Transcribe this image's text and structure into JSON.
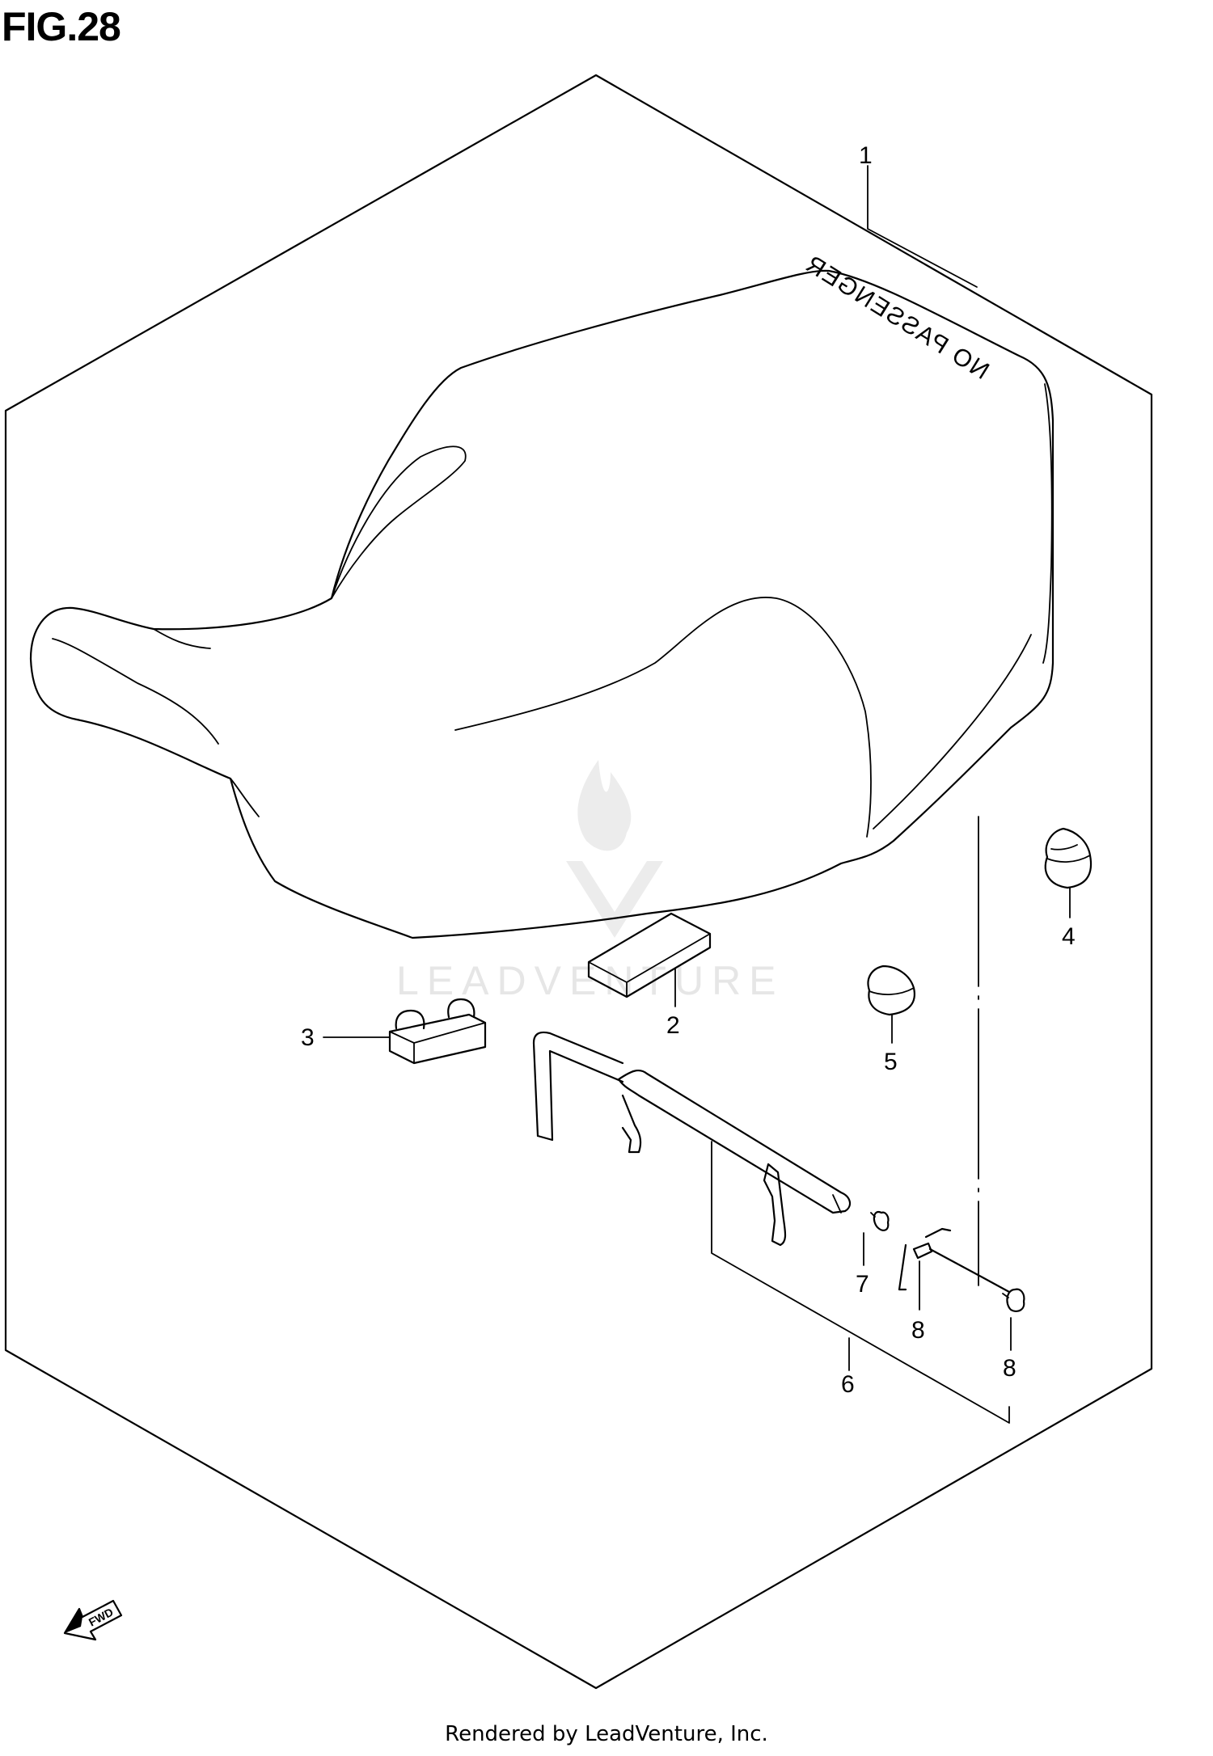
{
  "figure": {
    "title": "FIG.28"
  },
  "seat_marking": "NO PASSENGER",
  "fwd_label": "FWD",
  "watermark": "LEADVENTURE",
  "callouts": [
    {
      "id": "1",
      "label": "1"
    },
    {
      "id": "2",
      "label": "2"
    },
    {
      "id": "3",
      "label": "3"
    },
    {
      "id": "4",
      "label": "4"
    },
    {
      "id": "5",
      "label": "5"
    },
    {
      "id": "6",
      "label": "6"
    },
    {
      "id": "7",
      "label": "7"
    },
    {
      "id": "8a",
      "label": "8"
    },
    {
      "id": "8b",
      "label": "8"
    }
  ],
  "footer": "Rendered by LeadVenture, Inc."
}
